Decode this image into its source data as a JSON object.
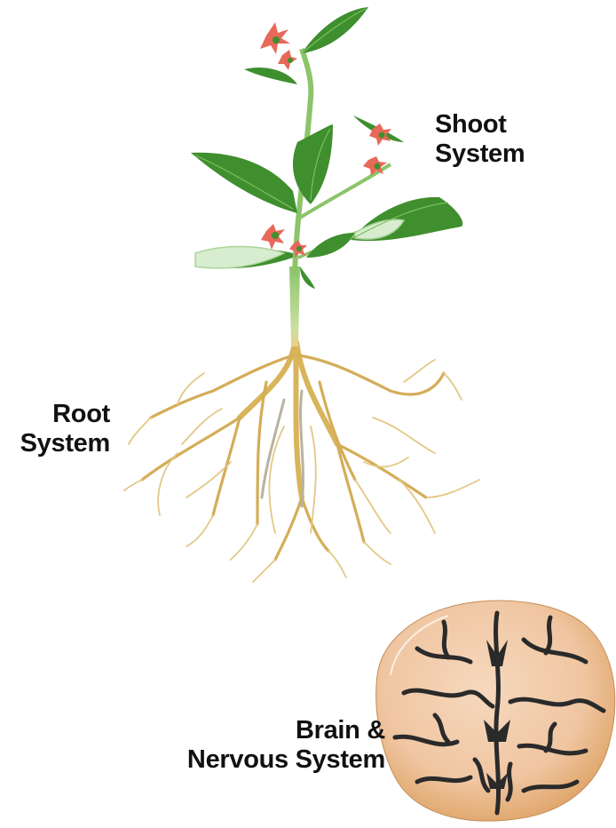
{
  "labels": {
    "shoot": [
      "Shoot",
      "System"
    ],
    "root": [
      "Root",
      "System"
    ],
    "brain": [
      "Brain &",
      "Nervous System"
    ]
  },
  "colors": {
    "leaf": "#3f8f2e",
    "leaf_light": "#6fb04f",
    "stem": "#8cc46a",
    "flower": "#e8685a",
    "root": "#d8b45a",
    "root_light": "#efdca2",
    "brain": "#f0c6a2",
    "brain_shadow": "#d9a26a",
    "sulci": "#2a2a2a"
  }
}
